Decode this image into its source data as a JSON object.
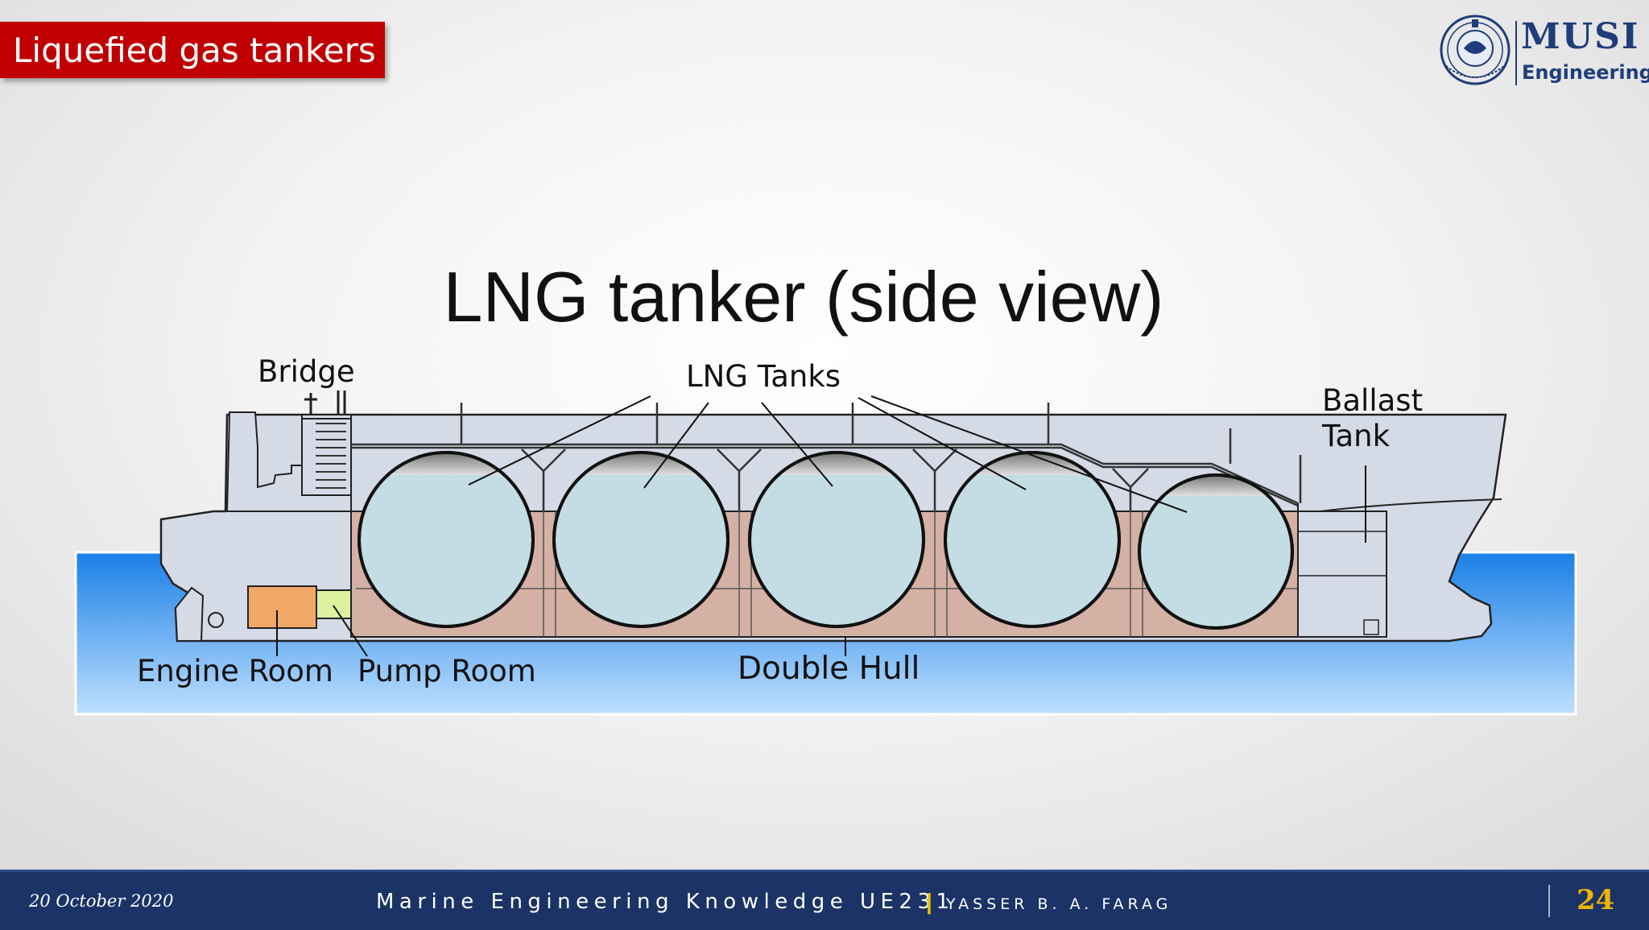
{
  "slide": {
    "section_title": "Liquefied gas tankers",
    "logo": {
      "name": "MUSI",
      "sub": "Engineering"
    }
  },
  "diagram": {
    "title": "LNG tanker (side view)",
    "labels": {
      "bridge": "Bridge",
      "lng_tanks": "LNG Tanks",
      "ballast_line1": "Ballast",
      "ballast_line2": "Tank",
      "engine_room": "Engine Room",
      "pump_room": "Pump Room",
      "double_hull": "Double Hull"
    },
    "colors": {
      "water_top": "#1a7fe6",
      "water_bottom": "#bfe0ff",
      "hull": "#d4dae6",
      "hull_compartment": "#d4b0a5",
      "tank_fill": "#c4dce4",
      "engine_room": "#f0a868",
      "pump_room": "#dff0a0"
    }
  },
  "footer": {
    "date": "20 October 2020",
    "course": "Marine Engineering Knowledge UE231",
    "separator": "|",
    "author": "YASSER B. A. FARAG",
    "page_number": "24"
  }
}
